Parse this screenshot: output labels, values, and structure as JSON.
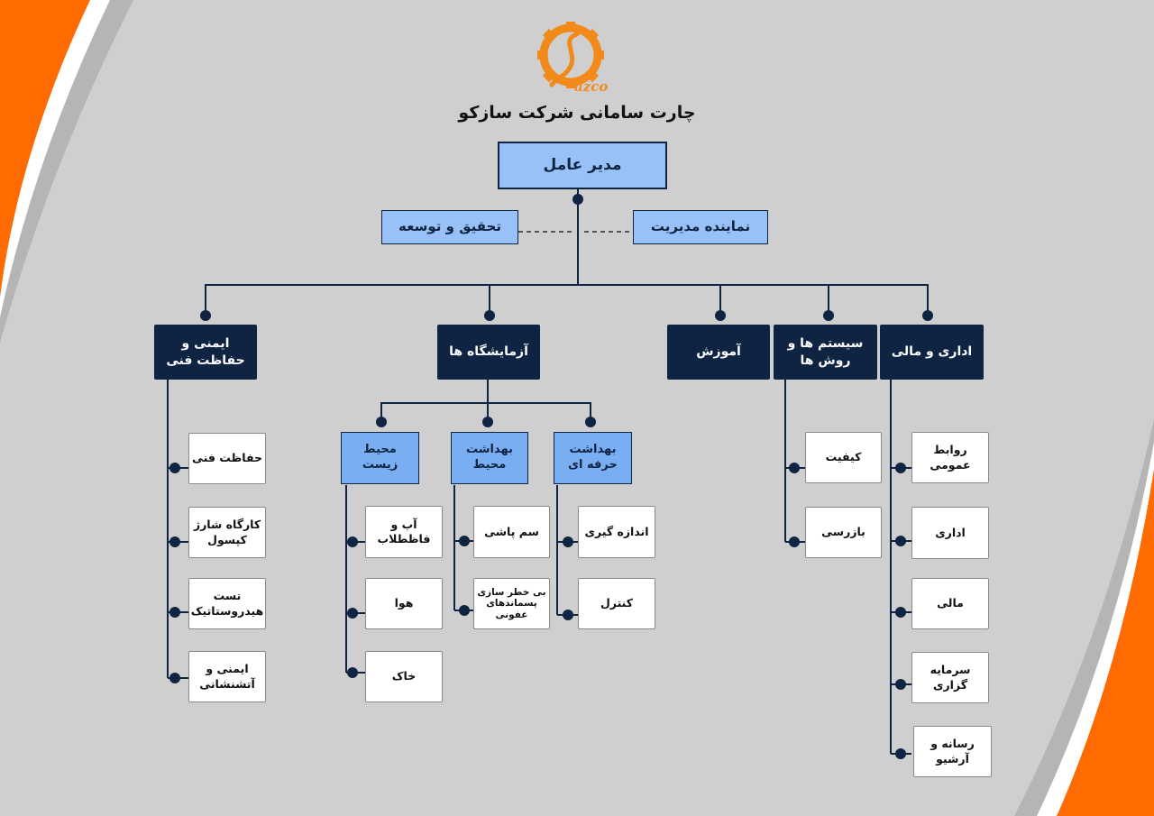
{
  "header": {
    "logo_text": "azco",
    "title": "چارت سامانی شرکت سازکو"
  },
  "colors": {
    "dark_box": "#0f2443",
    "light_box": "#98c2f7",
    "mid_box": "#79aef2",
    "accent_orange": "#ff6b00",
    "background": "#cfcfcf"
  },
  "top": {
    "ceo": "مدیر عامل",
    "management_rep": "نماینده مدیریت",
    "rnd": "تحقیق و توسعه"
  },
  "departments": {
    "admin_finance": "اداری و مالی",
    "systems": "سیستم ها و\nروش ها",
    "training": "آموزش",
    "labs": "آزمایشگاه ها",
    "safety": "ایمنی و\nحفاظت فنی"
  },
  "lab_units": {
    "occupational": "بهداشت\nحرفه ای",
    "environmental_health": "بهداشت\nمحیط",
    "environment": "محیط\nزیست"
  },
  "admin_items": [
    "روابط عمومی",
    "اداری",
    "مالی",
    "سرمایه گزاری",
    "رسانه و آرشیو"
  ],
  "systems_items": [
    "کیفیت",
    "بازرسی"
  ],
  "occupational_items": [
    "اندازه گیری",
    "کنترل"
  ],
  "env_health_items": [
    "سم پاشی",
    "بی خطر سازی\nپسماندهای عفونی"
  ],
  "environment_items": [
    "آب و فاظطلاب",
    "هوا",
    "خاک"
  ],
  "safety_items": [
    "حفاظت فنی",
    "کارگاه شارژ\nکپسول",
    "تست\nهیدروستاتیک",
    "ایمنی و\nآتشنشانی"
  ]
}
